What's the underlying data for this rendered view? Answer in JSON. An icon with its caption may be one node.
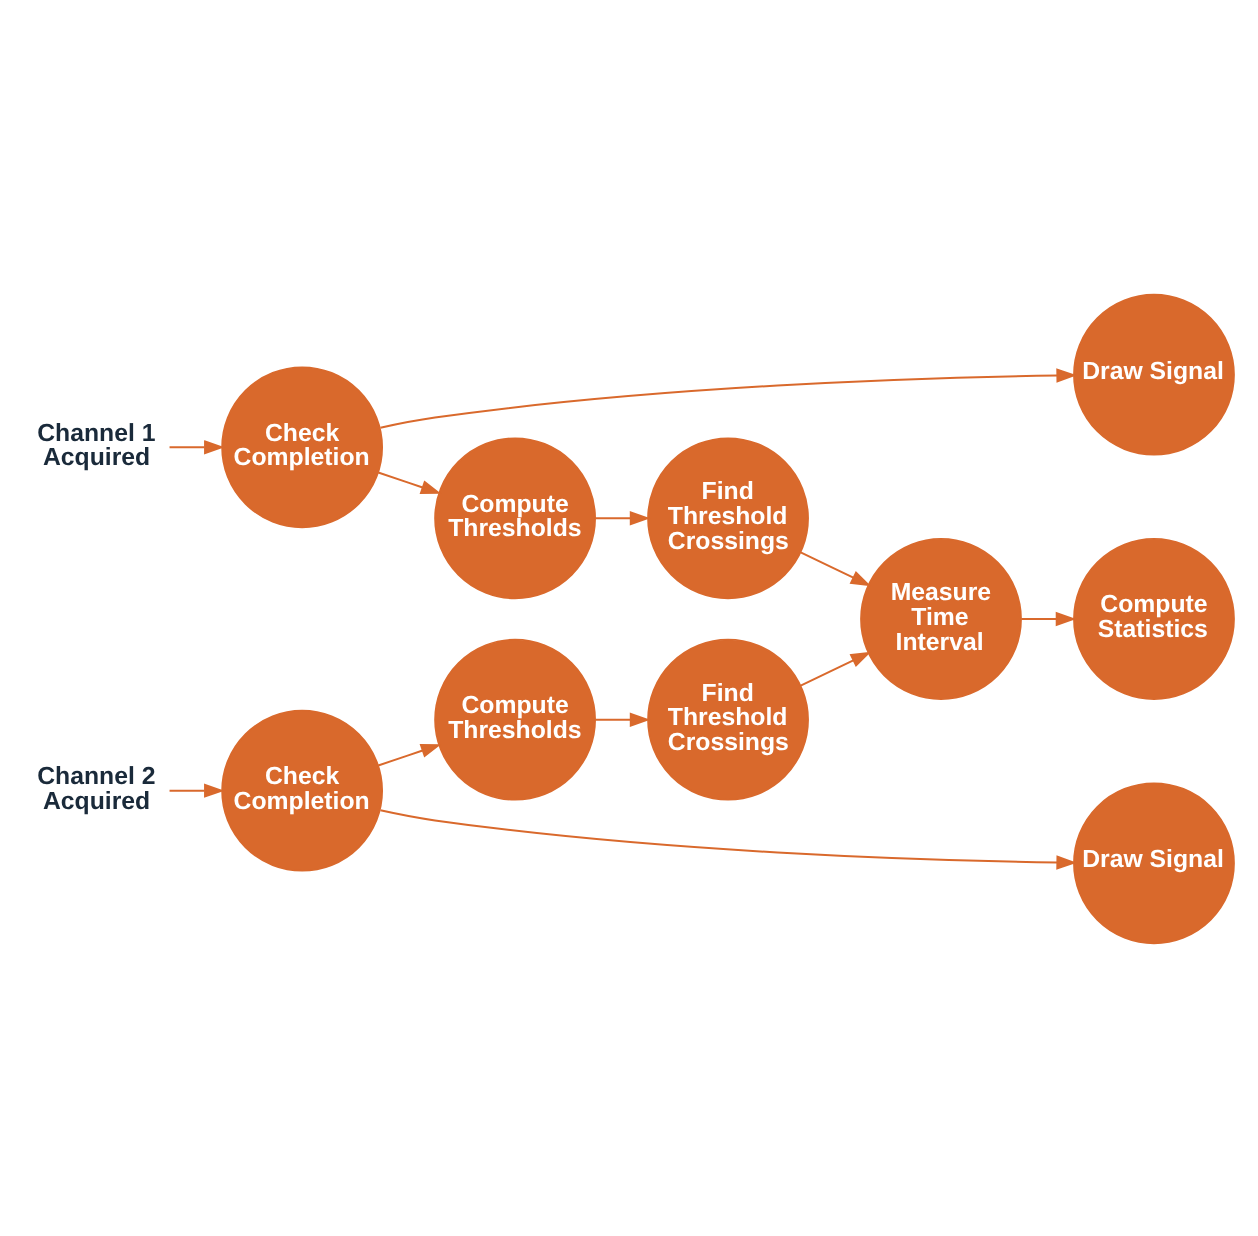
{
  "diagram": {
    "nodes": [
      {
        "text": [
          "Channel 1 Acquired"
        ]
      },
      {
        "text": [
          "Check Completion"
        ]
      },
      {
        "text": [
          "Draw Signal"
        ]
      },
      {
        "text": [
          "Compute Thresholds"
        ]
      },
      {
        "text": [
          "Find Threshold Crossings"
        ]
      },
      {
        "text": [
          "Measure Time Interval"
        ]
      },
      {
        "text": [
          "Compute Statistics"
        ]
      },
      {
        "text": [
          "Compute Thresholds"
        ]
      },
      {
        "text": [
          "Find Threshold Crossings"
        ]
      },
      {
        "text": [
          "Channel 2 Acquired"
        ]
      },
      {
        "text": [
          "Check Completion"
        ]
      },
      {
        "text": [
          "Draw Signal"
        ]
      }
    ],
    "edges": [
      {
        "from": 0,
        "to": 1,
        "arrow": "to"
      },
      {
        "from": 1,
        "to": 2,
        "arrow": "to"
      },
      {
        "from": 1,
        "to": 3,
        "arrow": "to"
      },
      {
        "from": 3,
        "to": 4,
        "arrow": "to"
      },
      {
        "from": 4,
        "to": 5,
        "arrow": "to"
      },
      {
        "from": 5,
        "to": 6,
        "arrow": "to"
      },
      {
        "from": 10,
        "to": 7,
        "arrow": "to"
      },
      {
        "from": 7,
        "to": 8,
        "arrow": "to"
      },
      {
        "from": 8,
        "to": 5,
        "arrow": "to"
      },
      {
        "from": 9,
        "to": 10,
        "arrow": "to"
      },
      {
        "from": 10,
        "to": 11,
        "arrow": "to"
      }
    ]
  }
}
